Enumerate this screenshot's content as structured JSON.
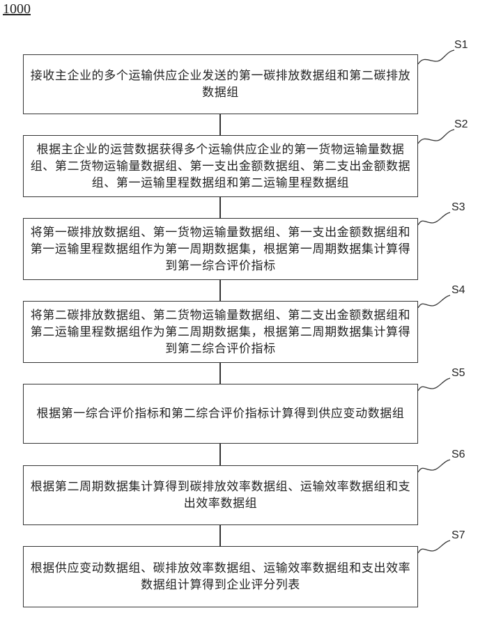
{
  "figure": {
    "label": "1000"
  },
  "steps": [
    {
      "tag": "S1",
      "text": "接收主企业的多个运输供应企业发送的第一碳排放数据组和第二碳排放数据组"
    },
    {
      "tag": "S2",
      "text": "根据主企业的运营数据获得多个运输供应企业的第一货物运输量数据组、第二货物运输量数据组、第一支出金额数据组、第二支出金额数据组、第一运输里程数据组和第二运输里程数据组"
    },
    {
      "tag": "S3",
      "text": "将第一碳排放数据组、第一货物运输量数据组、第一支出金额数据组和第一运输里程数据组作为第一周期数据集，根据第一周期数据集计算得到第一综合评价指标"
    },
    {
      "tag": "S4",
      "text": "将第二碳排放数据组、第二货物运输量数据组、第二支出金额数据组和第二运输里程数据组作为第二周期数据集，根据第二周期数据集计算得到第二综合评价指标"
    },
    {
      "tag": "S5",
      "text": "根据第一综合评价指标和第二综合评价指标计算得到供应变动数据组"
    },
    {
      "tag": "S6",
      "text": "根据第二周期数据集计算得到碳排放效率数据组、运输效率数据组和支出效率数据组"
    },
    {
      "tag": "S7",
      "text": "根据供应变动数据组、碳排放效率数据组、运输效率数据组和支出效率数据组计算得到企业评分列表"
    }
  ]
}
